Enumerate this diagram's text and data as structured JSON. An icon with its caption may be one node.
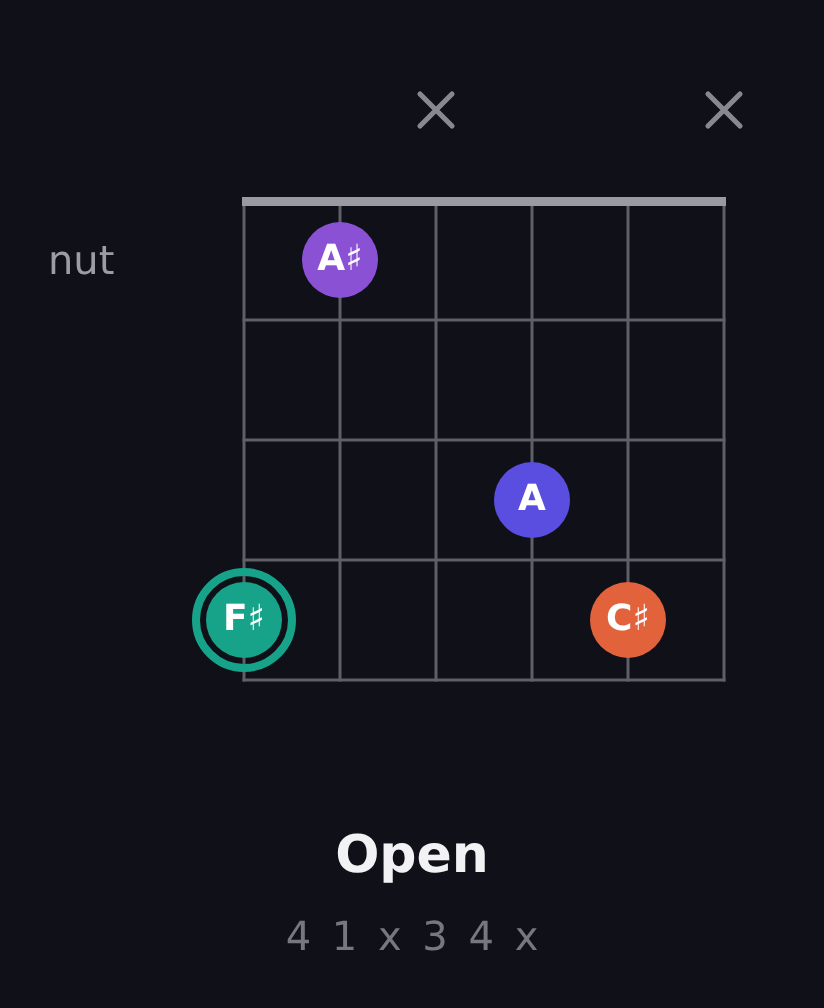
{
  "diagram": {
    "title": "Open",
    "nodes": [
      {
        "text": [
          "A♯"
        ]
      },
      {
        "text": [
          "A"
        ]
      },
      {
        "text": [
          "F♯"
        ]
      },
      {
        "text": [
          "C♯"
        ]
      }
    ],
    "labels": [
      "nut",
      "4 1 x 3 4 x"
    ]
  }
}
